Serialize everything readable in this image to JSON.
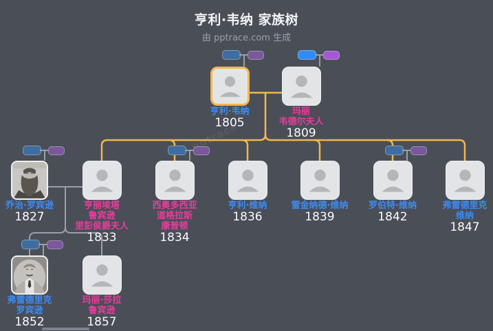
{
  "header": {
    "title": "亨利·韦纳 家族树",
    "subtitle": "由 pptrace.com 生成"
  },
  "watermark": "pptrace",
  "colors": {
    "background": "#4a4e57",
    "node_fill": "#e3e4e6",
    "silhouette": "#b4b6b9",
    "selected_border": "#f2b84c",
    "line_parent": "#f2b84c",
    "line_spouse": "#9aa0a8",
    "name_male": "#3d8bf2",
    "name_female": "#ea3c9e",
    "year_text": "#fafbfc",
    "badge_male_muted": "#3e6da0",
    "badge_female_muted": "#7a589b",
    "badge_male_bright": "#2e8cf4",
    "badge_female_bright": "#a458d4"
  },
  "people": [
    {
      "name_lines": [
        "亨利·韦纳"
      ],
      "year": "1805",
      "gender_color": "male",
      "selected": true
    },
    {
      "name_lines": [
        "玛丽",
        "韦德尔夫人"
      ],
      "year": "1809",
      "gender_color": "female"
    },
    {
      "name_lines": [
        "乔治·罗宾逊"
      ],
      "year": "1827",
      "gender_color": "male",
      "photo": true
    },
    {
      "name_lines": [
        "亨丽埃塔",
        "鲁宾逊",
        "里彭侯爵夫人"
      ],
      "year": "1833",
      "gender_color": "female"
    },
    {
      "name_lines": [
        "西奥多西亚",
        "道格拉斯",
        "康普顿"
      ],
      "year": "1834",
      "gender_color": "female"
    },
    {
      "name_lines": [
        "亨利·维纳"
      ],
      "year": "1836",
      "gender_color": "male"
    },
    {
      "name_lines": [
        "雷金纳德·维纳"
      ],
      "year": "1839",
      "gender_color": "male"
    },
    {
      "name_lines": [
        "罗伯特·维纳"
      ],
      "year": "1842",
      "gender_color": "male"
    },
    {
      "name_lines": [
        "弗雷德里克",
        "维纳"
      ],
      "year": "1847",
      "gender_color": "male"
    },
    {
      "name_lines": [
        "弗雷德里克",
        "罗宾逊"
      ],
      "year": "1852",
      "gender_color": "male",
      "photo": true
    },
    {
      "name_lines": [
        "玛丽·莎拉",
        "鲁宾逊"
      ],
      "year": "1857",
      "gender_color": "female"
    }
  ]
}
